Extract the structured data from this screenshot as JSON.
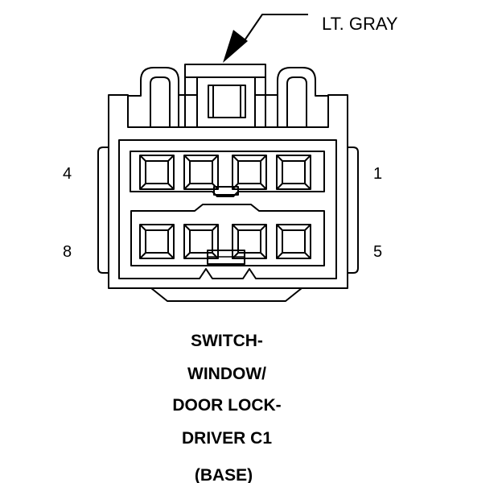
{
  "callout": {
    "label": "LT. GRAY"
  },
  "pins": {
    "top_left": "4",
    "top_right": "1",
    "bottom_left": "8",
    "bottom_right": "5"
  },
  "caption": {
    "line1": "SWITCH-",
    "line2": "WINDOW/",
    "line3": "DOOR LOCK-",
    "line4": "DRIVER C1",
    "line5": "(BASE)"
  },
  "colors": {
    "stroke": "#000000",
    "background": "#ffffff"
  }
}
